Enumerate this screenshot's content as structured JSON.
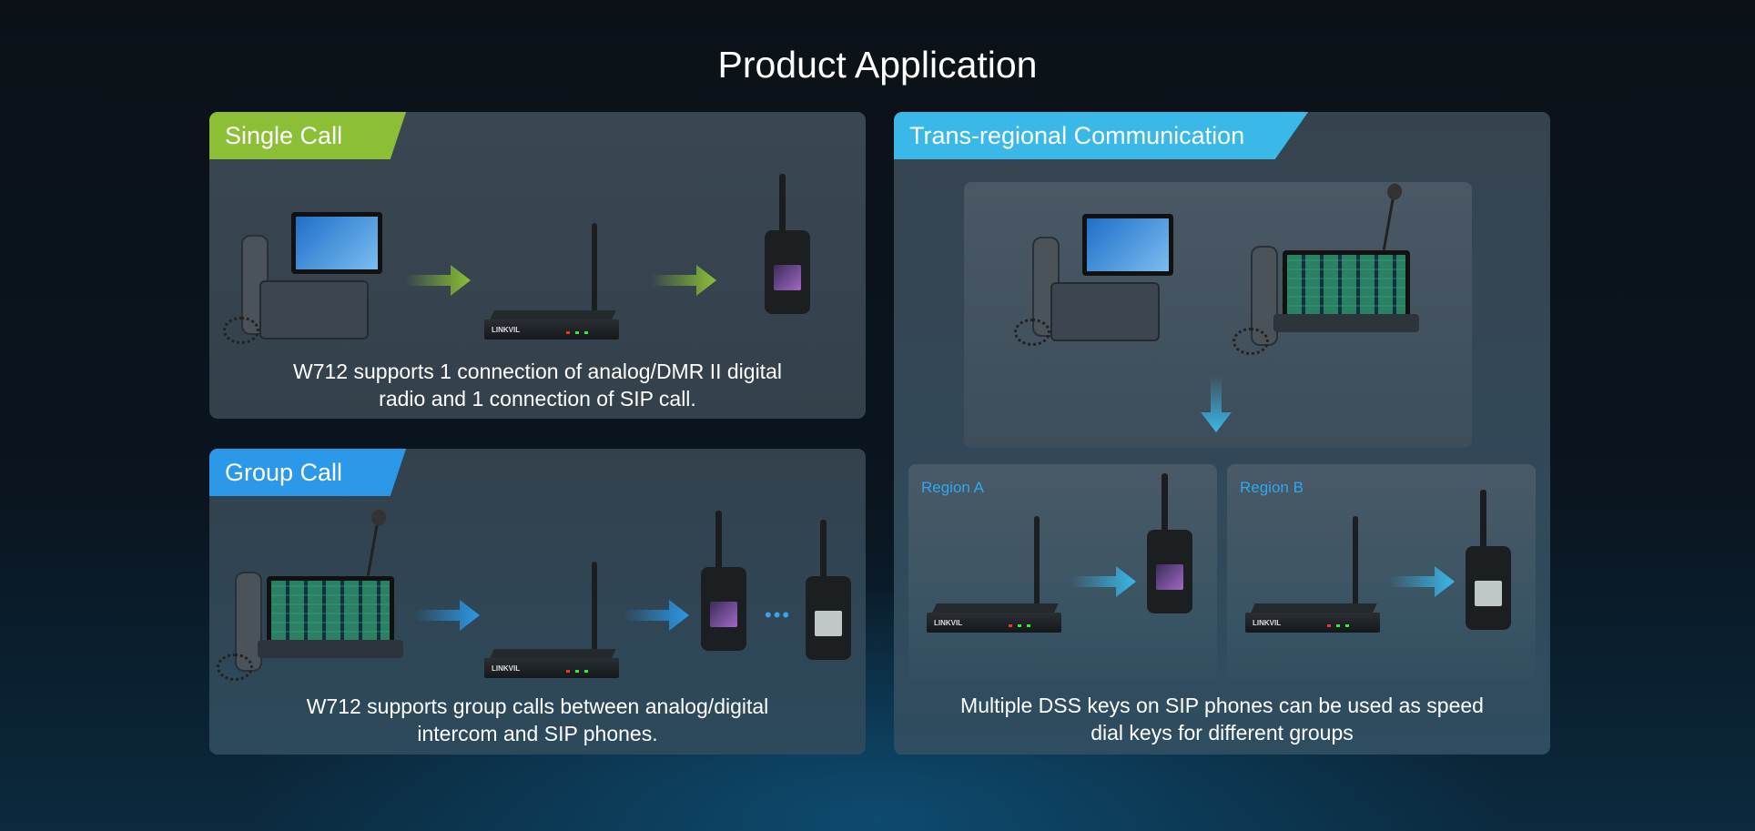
{
  "page_title": "Product Application",
  "colors": {
    "single_call": "#8cbf35",
    "group_call": "#2b99e8",
    "trans_regional": "#3ab8e8",
    "region_label": "#2ea8ee"
  },
  "single_call": {
    "tag": "Single Call",
    "description_line1": "W712 supports 1 connection of analog/DMR II digital",
    "description_line2": "radio and 1 connection of SIP call."
  },
  "group_call": {
    "tag": "Group Call",
    "description_line1": "W712 supports group calls between analog/digital",
    "description_line2": "intercom and SIP phones.",
    "ellipsis": "•••"
  },
  "trans_regional": {
    "tag": "Trans-regional Communication",
    "region_a": "Region A",
    "region_b": "Region B",
    "description_line1": "Multiple DSS keys on SIP phones can be used as speed",
    "description_line2": "dial keys for different groups"
  },
  "device_logo": "LINKVIL"
}
